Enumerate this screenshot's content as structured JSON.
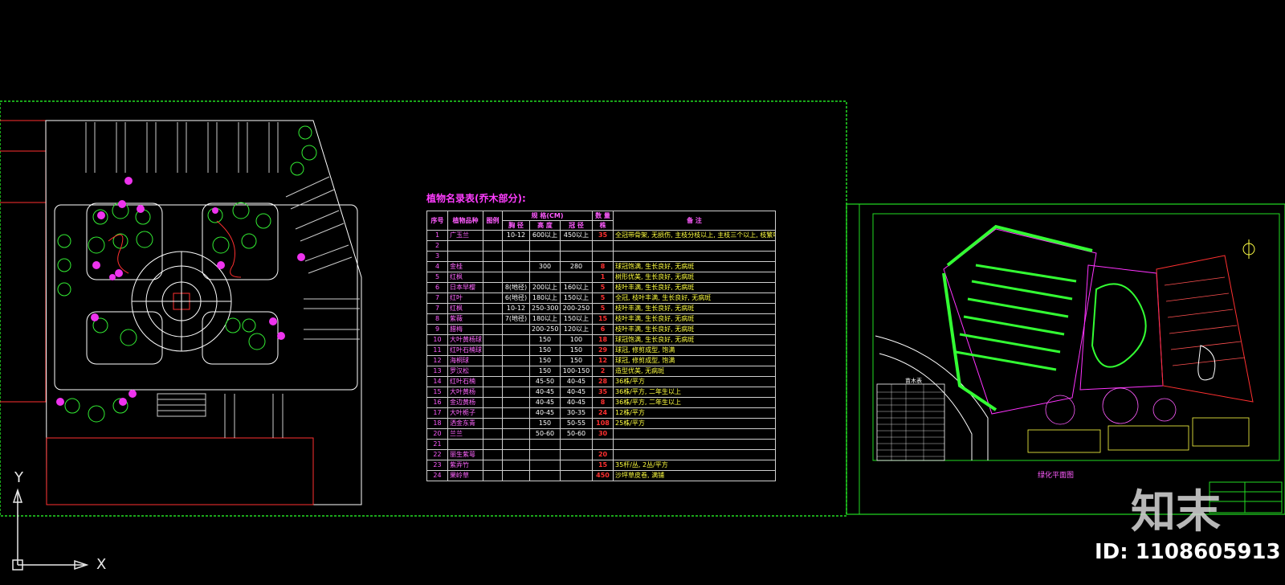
{
  "table": {
    "title": "植物名录表(乔木部分):",
    "header_top": [
      "序号",
      "植物品种",
      "图例",
      "规    格(CM)",
      "数 量",
      "备        注"
    ],
    "header_sub": [
      "胸  径",
      "高  度",
      "冠  径",
      "株"
    ],
    "rows": [
      {
        "no": "1",
        "name": "广玉兰",
        "dia": "10-12",
        "h": "600以上",
        "c": "450以上",
        "q": "35",
        "r": "全冠带骨架, 无损伤, 主枝分枝以上, 主枝三个以上, 枝繁叶茂"
      },
      {
        "no": "2",
        "name": "",
        "dia": "",
        "h": "",
        "c": "",
        "q": "",
        "r": ""
      },
      {
        "no": "3",
        "name": "",
        "dia": "",
        "h": "",
        "c": "",
        "q": "",
        "r": ""
      },
      {
        "no": "4",
        "name": "金桂",
        "dia": "",
        "h": "300",
        "c": "280",
        "q": "8",
        "r": "球冠饱满, 生长良好, 无病斑"
      },
      {
        "no": "5",
        "name": "红枫",
        "dia": "",
        "h": "",
        "c": "",
        "q": "1",
        "r": "树形优美, 生长良好, 无病斑"
      },
      {
        "no": "6",
        "name": "日本早樱",
        "dia": "8(地径)",
        "h": "200以上",
        "c": "160以上",
        "q": "5",
        "r": "枝叶丰满, 生长良好, 无病斑"
      },
      {
        "no": "7",
        "name": "红叶",
        "dia": "6(地径)",
        "h": "180以上",
        "c": "150以上",
        "q": "5",
        "r": "全冠, 枝叶丰满, 生长良好, 无病斑"
      },
      {
        "no": "7",
        "name": "红枫",
        "dia": "10-12",
        "h": "250-300",
        "c": "200-250",
        "q": "5",
        "r": "枝叶丰满, 生长良好, 无病斑"
      },
      {
        "no": "8",
        "name": "紫薇",
        "dia": "7(地径)",
        "h": "180以上",
        "c": "150以上",
        "q": "15",
        "r": "枝叶丰满, 生长良好, 无病斑"
      },
      {
        "no": "9",
        "name": "腊梅",
        "dia": "",
        "h": "200-250",
        "c": "120以上",
        "q": "6",
        "r": "枝叶丰满, 生长良好, 无病斑"
      },
      {
        "no": "10",
        "name": "大叶黄杨球",
        "dia": "",
        "h": "150",
        "c": "100",
        "q": "18",
        "r": "球冠饱满, 生长良好, 无病斑"
      },
      {
        "no": "11",
        "name": "红叶石楠球",
        "dia": "",
        "h": "150",
        "c": "150",
        "q": "29",
        "r": "球冠, 修剪成型, 饱满"
      },
      {
        "no": "12",
        "name": "海桐球",
        "dia": "",
        "h": "150",
        "c": "150",
        "q": "12",
        "r": "球冠, 修剪成型, 饱满"
      },
      {
        "no": "13",
        "name": "罗汉松",
        "dia": "",
        "h": "150",
        "c": "100-150",
        "q": "2",
        "r": "造型优美, 无病斑"
      },
      {
        "no": "14",
        "name": "红叶石楠",
        "dia": "",
        "h": "45-50",
        "c": "40-45",
        "q": "28",
        "r": "36株/平方"
      },
      {
        "no": "15",
        "name": "大叶黄杨",
        "dia": "",
        "h": "40-45",
        "c": "40-45",
        "q": "35",
        "r": "36株/平方, 二年生以上"
      },
      {
        "no": "16",
        "name": "金边黄杨",
        "dia": "",
        "h": "40-45",
        "c": "40-45",
        "q": "8",
        "r": "36株/平方, 二年生以上"
      },
      {
        "no": "17",
        "name": "大叶栀子",
        "dia": "",
        "h": "40-45",
        "c": "30-35",
        "q": "24",
        "r": "12株/平方"
      },
      {
        "no": "18",
        "name": "洒金东青",
        "dia": "",
        "h": "150",
        "c": "50-55",
        "q": "108",
        "r": "25株/平方"
      },
      {
        "no": "20",
        "name": "兰兰",
        "dia": "",
        "h": "50-60",
        "c": "50-60",
        "q": "30",
        "r": ""
      },
      {
        "no": "21",
        "name": "",
        "dia": "",
        "h": "",
        "c": "",
        "q": "",
        "r": ""
      },
      {
        "no": "22",
        "name": "丽生紫萼",
        "dia": "",
        "h": "",
        "c": "",
        "q": "20",
        "r": ""
      },
      {
        "no": "23",
        "name": "紫弄竹",
        "dia": "",
        "h": "",
        "c": "",
        "q": "15",
        "r": "35杆/丛, 2丛/平方"
      },
      {
        "no": "24",
        "name": "果岭草",
        "dia": "",
        "h": "",
        "c": "",
        "q": "450",
        "r": "沙坪草皮卷, 满铺"
      }
    ]
  },
  "site_plan": {
    "title": "绿化平面图",
    "legend_title": "苗木表"
  },
  "watermark": {
    "logo_text": "知末",
    "id_text": "ID: 1108605913"
  },
  "ucs": {
    "x_label": "X",
    "y_label": "Y"
  },
  "colors": {
    "frame": "#22dd22",
    "table_text": "#ff5cff",
    "background": "#000000"
  }
}
